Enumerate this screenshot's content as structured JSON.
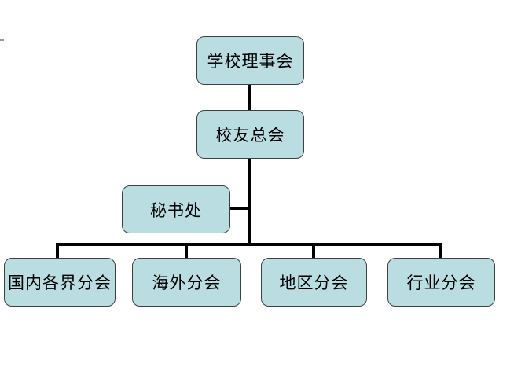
{
  "diagram": {
    "type": "org-chart",
    "background_color": "#ffffff",
    "node_fill_color": "#b9dde1",
    "node_border_color": "#404040",
    "connector_color": "#000000",
    "text_color": "#000000",
    "nodes": {
      "board": {
        "label": "学校理事会",
        "level": 1
      },
      "alumni": {
        "label": "校友总会",
        "level": 2
      },
      "secretariat": {
        "label": "秘书处",
        "level": 3
      },
      "domestic": {
        "label": "国内各界分会",
        "level": 4
      },
      "overseas": {
        "label": "海外分会",
        "level": 4
      },
      "regional": {
        "label": "地区分会",
        "level": 4
      },
      "industry": {
        "label": "行业分会",
        "level": 4
      }
    },
    "edges": [
      {
        "from": "board",
        "to": "alumni"
      },
      {
        "from": "alumni",
        "to": "secretariat"
      },
      {
        "from": "alumni",
        "to": "domestic"
      },
      {
        "from": "alumni",
        "to": "overseas"
      },
      {
        "from": "alumni",
        "to": "regional"
      },
      {
        "from": "alumni",
        "to": "industry"
      }
    ]
  }
}
